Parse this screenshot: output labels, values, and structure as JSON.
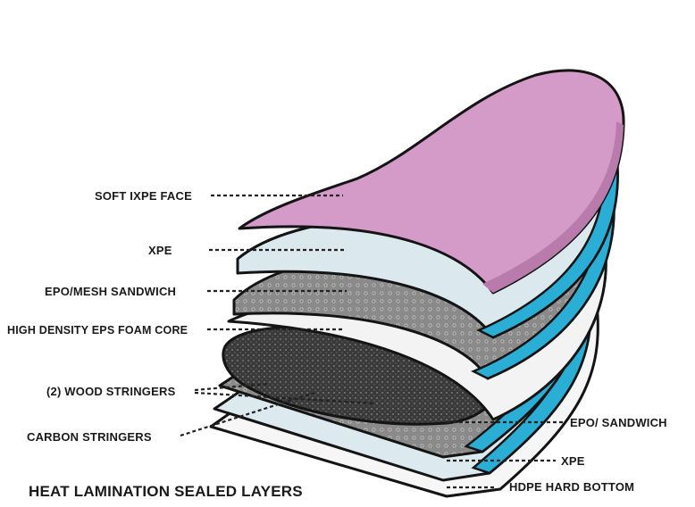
{
  "diagram": {
    "labels": {
      "soft_ixpe_face": "SOFT IXPE FACE",
      "xpe_top": "XPE",
      "epo_mesh_sandwich": "EPO/MESH SANDWICH",
      "foam_core": "HIGH DENSITY EPS FOAM CORE",
      "wood_stringers": "(2) WOOD STRINGERS",
      "carbon_stringers": "CARBON STRINGERS",
      "epo_sandwich": "EPO/ SANDWICH",
      "xpe_bottom": "XPE",
      "hdpe_bottom": "HDPE HARD BOTTOM"
    },
    "caption": "HEAT LAMINATION SEALED LAYERS"
  },
  "colors": {
    "pink_face": "#d49bc8",
    "pink_edge": "#b87bab",
    "cyan_rail": "#2aaed6",
    "pale_blue": "#dbe8ee",
    "mesh_gray": "#8e8e8e",
    "foam_dark": "#3a3a3a",
    "white_layer": "#f4f4f4",
    "wood": "#c9a66b",
    "carbon": "#111111"
  }
}
